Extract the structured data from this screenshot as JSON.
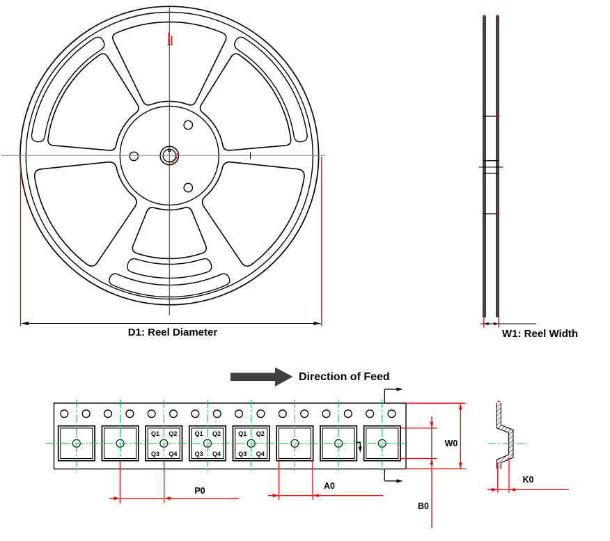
{
  "reel_front": {
    "dimension_label": "D1: Reel Diameter"
  },
  "reel_side": {
    "dimension_label": "W1: Reel Width"
  },
  "tape": {
    "direction_label": "Direction of Feed",
    "quadrants": [
      "Q1",
      "Q2",
      "Q3",
      "Q4"
    ],
    "sprocket_hole_count": 16,
    "pocket_count": 8,
    "labeled_pockets": [
      3,
      4,
      5
    ],
    "dimensions": {
      "pitch": "P0",
      "pocket_width": "A0",
      "pocket_height": "B0",
      "tape_width": "W0",
      "pocket_depth": "K0"
    }
  },
  "colors": {
    "dimension_red": "#ff0000",
    "centerline_green": "#00cc44",
    "feed_arrow_gray": "#3f3f3f",
    "drawing_black": "#000000"
  }
}
